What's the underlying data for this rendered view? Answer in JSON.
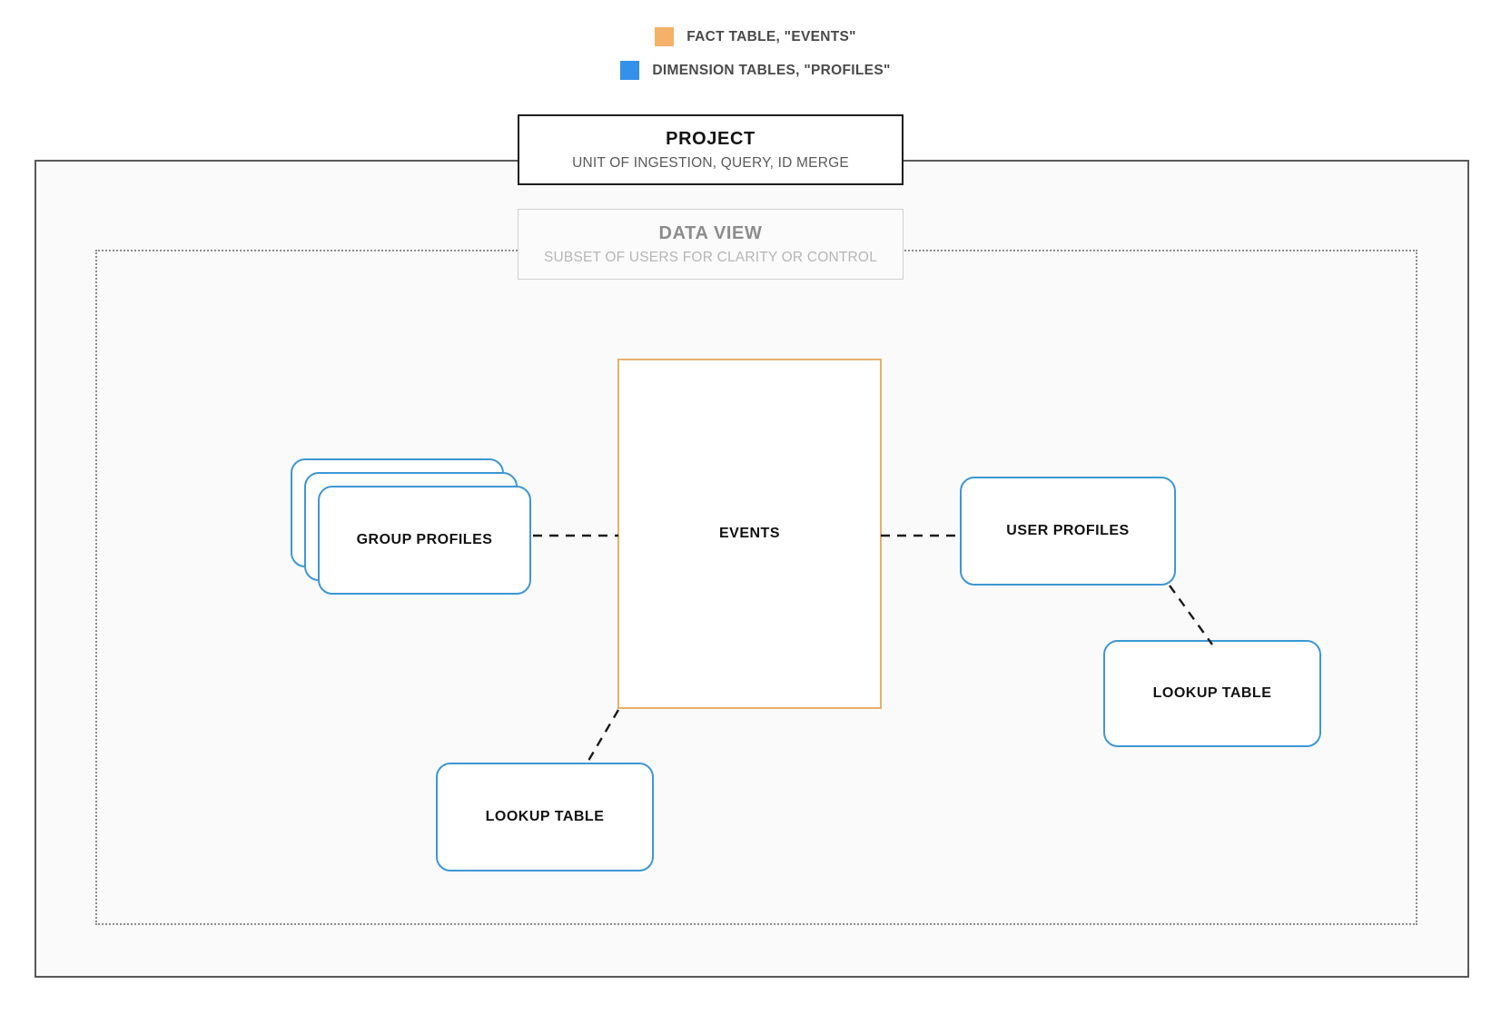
{
  "legend": {
    "items": [
      {
        "label": "FACT TABLE, \"EVENTS\"",
        "color": "#f5b169",
        "icon": "square-swatch-icon"
      },
      {
        "label": "DIMENSION TABLES, \"PROFILES\"",
        "color": "#3391ea",
        "icon": "square-swatch-icon"
      }
    ]
  },
  "project": {
    "title": "PROJECT",
    "subtitle": "UNIT OF INGESTION, QUERY, ID MERGE"
  },
  "data_view": {
    "title": "DATA VIEW",
    "subtitle": "SUBSET OF USERS FOR CLARITY OR CONTROL"
  },
  "nodes": {
    "events": {
      "label": "EVENTS",
      "color": "#e8b06a",
      "kind": "fact-table"
    },
    "group_profiles": {
      "label": "GROUP PROFILES",
      "color": "#3d97d3",
      "kind": "dimension-table-stack"
    },
    "user_profiles": {
      "label": "USER PROFILES",
      "color": "#3d97d3",
      "kind": "dimension-table"
    },
    "lookup_left": {
      "label": "LOOKUP TABLE",
      "color": "#3d97d3",
      "kind": "dimension-table"
    },
    "lookup_right": {
      "label": "LOOKUP TABLE",
      "color": "#3d97d3",
      "kind": "dimension-table"
    }
  },
  "connections": [
    {
      "from": "group_profiles",
      "to": "events",
      "style": "dashed"
    },
    {
      "from": "events",
      "to": "user_profiles",
      "style": "dashed"
    },
    {
      "from": "events",
      "to": "lookup_left",
      "style": "dashed"
    },
    {
      "from": "user_profiles",
      "to": "lookup_right",
      "style": "dashed"
    }
  ],
  "colors": {
    "fact_accent": "#e8b06a",
    "dimension_accent": "#3d97d3",
    "frame_border": "#595959",
    "dotted_border": "#8c8c8c",
    "canvas": "#fafafa"
  }
}
